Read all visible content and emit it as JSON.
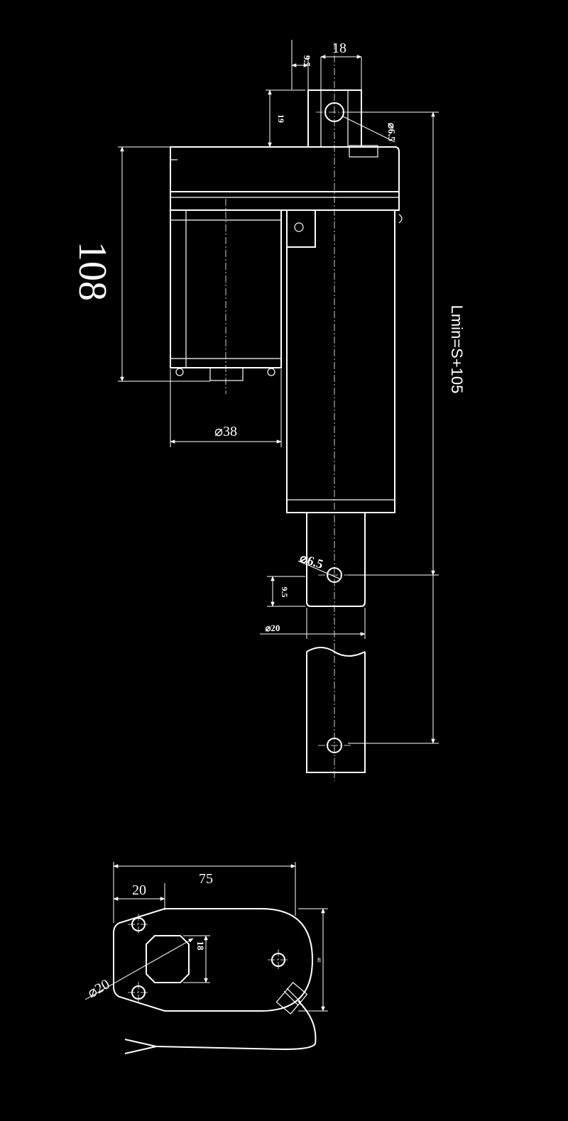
{
  "side_view": {
    "dims": {
      "clevis_offset": "9.5",
      "clevis_width": "18",
      "clevis_height": "19",
      "top_hole_dia": "⌀6.5",
      "motor_length": "108",
      "motor_diameter": "⌀38",
      "stroke_formula": "Lmin=S+105",
      "rod_hole_dia": "⌀6.5",
      "rod_hole_offset": "9.5",
      "rod_diameter": "⌀20"
    }
  },
  "end_view": {
    "dims": {
      "overall_width": "75",
      "hole_offset": "20",
      "slot_width": "18",
      "body_diameter": "⌀20",
      "side_mark": "40"
    }
  },
  "colors": {
    "background": "#000000",
    "line": "#ffffff"
  }
}
